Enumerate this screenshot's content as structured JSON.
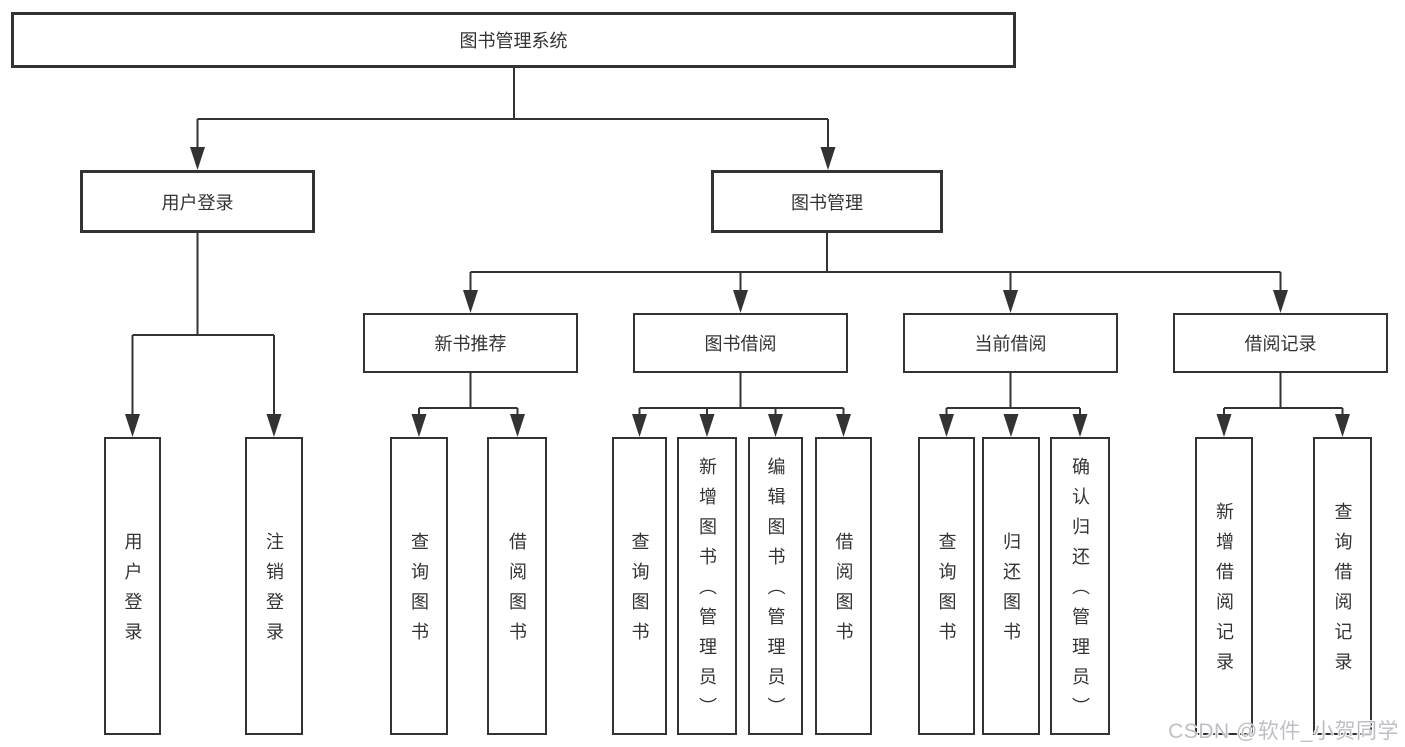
{
  "diagram_title": "图书管理系统",
  "watermark": "CSDN @软件_小贺同学",
  "colors": {
    "line": "#333333",
    "text": "#333333",
    "background": "#ffffff",
    "watermark": "#b9bcc2"
  },
  "tree": {
    "root": {
      "label": "图书管理系统"
    },
    "branches": [
      {
        "label": "用户登录",
        "children": [
          {
            "label": "用户登录"
          },
          {
            "label": "注销登录"
          }
        ]
      },
      {
        "label": "图书管理",
        "children": [
          {
            "label": "新书推荐",
            "children": [
              {
                "label": "查询图书"
              },
              {
                "label": "借阅图书"
              }
            ]
          },
          {
            "label": "图书借阅",
            "children": [
              {
                "label": "查询图书"
              },
              {
                "label": "新增图书（管理员）"
              },
              {
                "label": "编辑图书（管理员）"
              },
              {
                "label": "借阅图书"
              }
            ]
          },
          {
            "label": "当前借阅",
            "children": [
              {
                "label": "查询图书"
              },
              {
                "label": "归还图书"
              },
              {
                "label": "确认归还（管理员）"
              }
            ]
          },
          {
            "label": "借阅记录",
            "children": [
              {
                "label": "新增借阅记录"
              },
              {
                "label": "查询借阅记录"
              }
            ]
          }
        ]
      }
    ]
  }
}
